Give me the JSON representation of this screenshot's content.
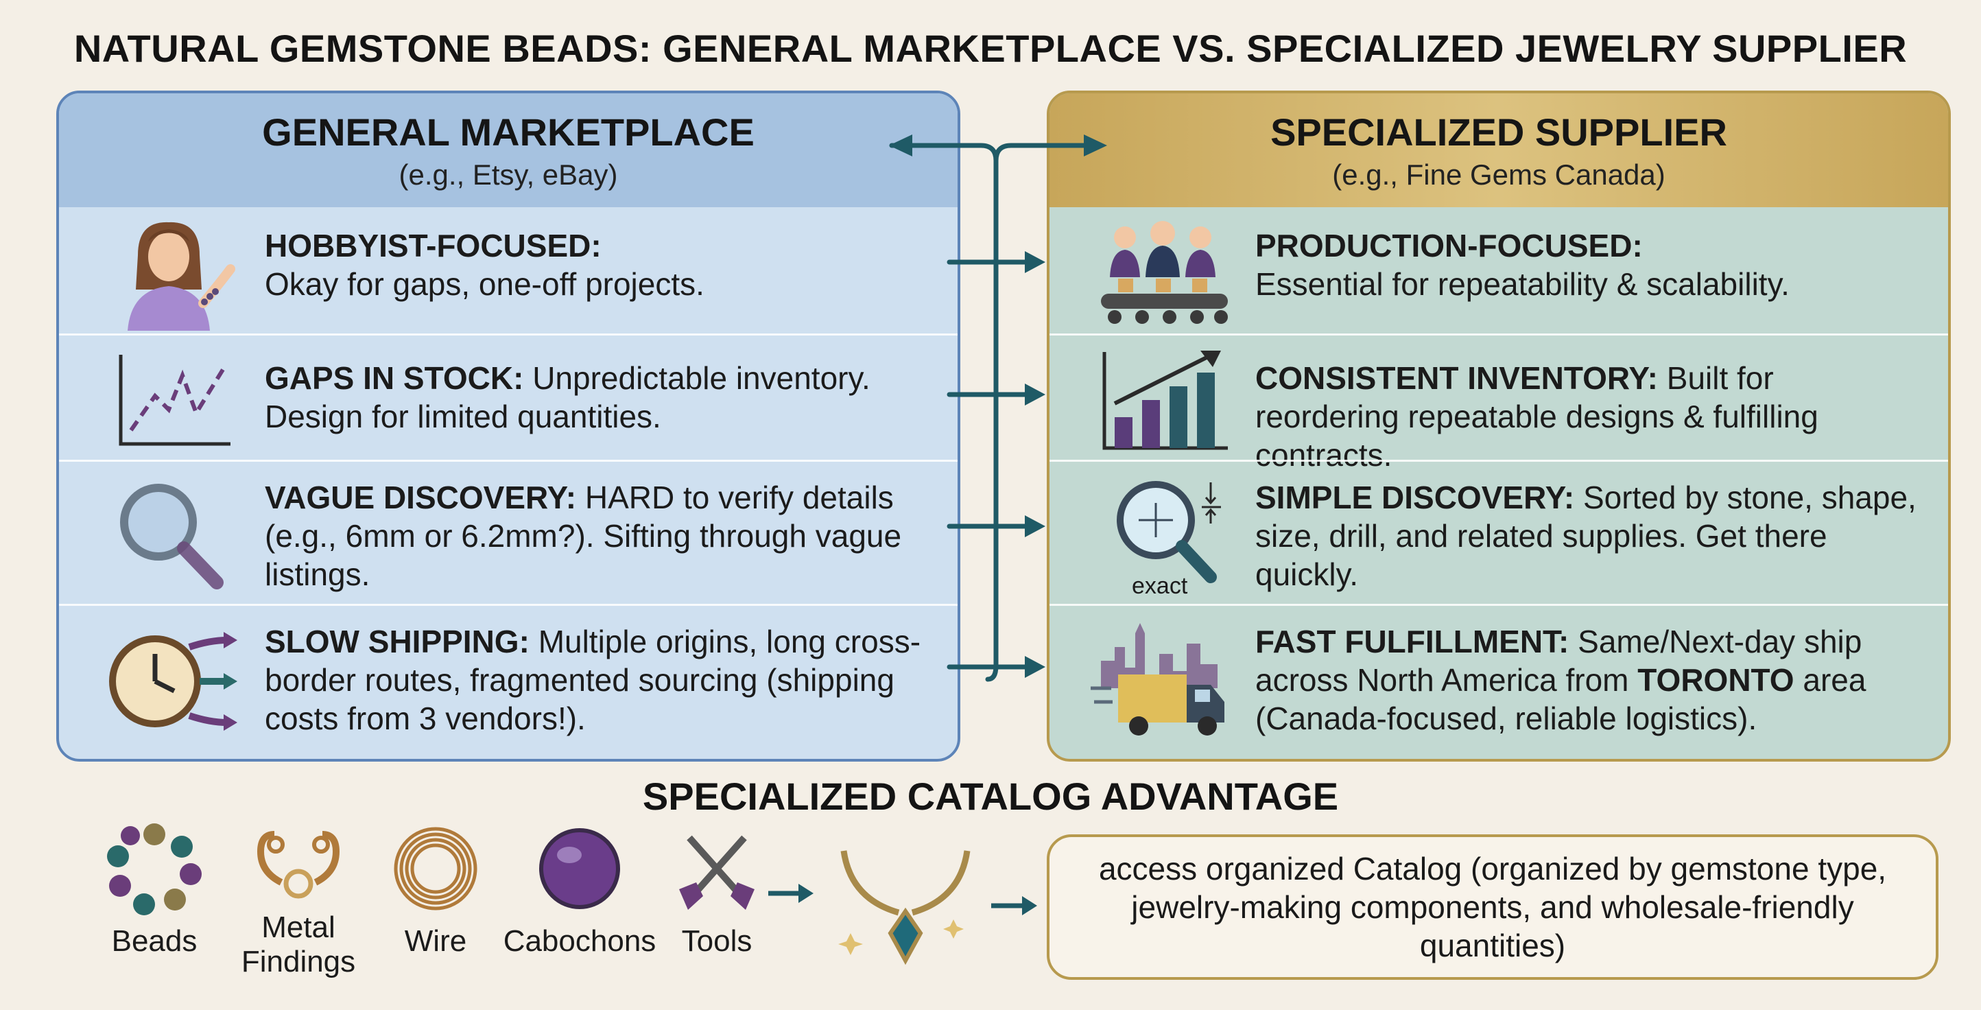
{
  "title": "NATURAL GEMSTONE BEADS: GENERAL MARKETPLACE VS. SPECIALIZED JEWELRY SUPPLIER",
  "left": {
    "title": "GENERAL MARKETPLACE",
    "subtitle": "(e.g., Etsy, eBay)",
    "rows": [
      {
        "icon": "hobbyist-person-icon",
        "heading": "HOBBYIST-FOCUSED:",
        "body": "Okay for gaps, one-off projects."
      },
      {
        "icon": "erratic-stock-chart-icon",
        "heading": "GAPS IN STOCK:",
        "body": "Unpredictable inventory. Design for limited quantities."
      },
      {
        "icon": "blurry-magnifier-icon",
        "heading": "VAGUE DISCOVERY:",
        "body": "HARD to verify details (e.g., 6mm or 6.2mm?). Sifting through vague listings."
      },
      {
        "icon": "clock-arrows-icon",
        "heading": "SLOW SHIPPING:",
        "body": "Multiple origins, long cross-border routes, fragmented sourcing (shipping costs from 3 vendors!)."
      }
    ]
  },
  "right": {
    "title": "SPECIALIZED SUPPLIER",
    "subtitle": "(e.g., Fine Gems Canada)",
    "rows": [
      {
        "icon": "production-team-conveyor-icon",
        "heading": "PRODUCTION-FOCUSED:",
        "body": "Essential for repeatability & scalability."
      },
      {
        "icon": "growth-bar-chart-icon",
        "heading": "CONSISTENT INVENTORY:",
        "body": "Built for reordering repeatable designs & fulfilling contracts."
      },
      {
        "icon": "precise-magnifier-icon",
        "icon_label": "exact",
        "heading": "SIMPLE DISCOVERY:",
        "body": "Sorted by stone, shape, size, drill, and related supplies. Get there quickly."
      },
      {
        "icon": "delivery-truck-city-icon",
        "heading": "FAST FULFILLMENT:",
        "body_before": "Same/Next-day ship across North America from",
        "body_bold": "TORONTO",
        "body_after": "area (Canada-focused, reliable logistics)."
      }
    ]
  },
  "catalog": {
    "title": "SPECIALIZED CATALOG ADVANTAGE",
    "items": [
      {
        "icon": "beads-icon",
        "label": "Beads"
      },
      {
        "icon": "metal-findings-icon",
        "label": "Metal Findings"
      },
      {
        "icon": "wire-coil-icon",
        "label": "Wire"
      },
      {
        "icon": "cabochon-icon",
        "label": "Cabochons"
      },
      {
        "icon": "tools-icon",
        "label": "Tools"
      }
    ],
    "result_icon": "pendant-necklace-icon",
    "box_text": "access organized Catalog (organized by gemstone type, jewelry-making components, and wholesale-friendly quantities)"
  },
  "colors": {
    "left_panel": "#cfe0f0",
    "left_header": "#a6c2e0",
    "right_panel": "#c2d9d2",
    "right_header": "#d4b86c",
    "connector": "#1f5a66"
  }
}
